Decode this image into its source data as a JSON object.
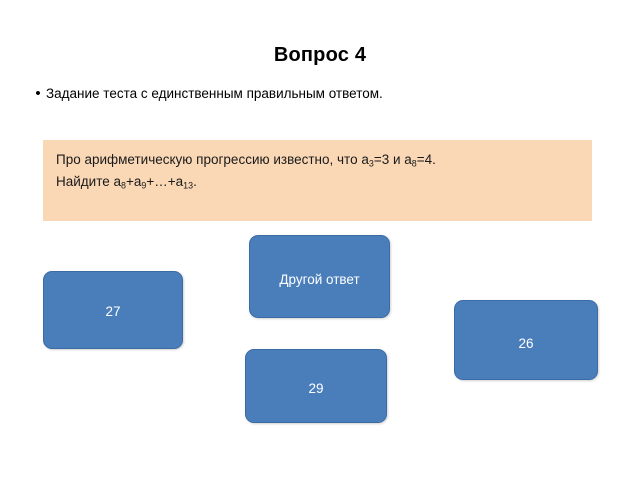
{
  "slide": {
    "title": "Вопрос 4",
    "bullet_marker": "•",
    "bullet_text": "Задание теста с единственным правильным ответом.",
    "background_color": "#ffffff"
  },
  "question": {
    "panel_color": "#fad8b6",
    "line1_part1": "Про арифметическую прогрессию известно, что a",
    "line1_sub1": "3",
    "line1_part2": "=3 и a",
    "line1_sub2": "8",
    "line1_part3": "=4.",
    "line2_part1": "Найдите a",
    "line2_sub1": "8",
    "line2_part2": "+a",
    "line2_sub2": "9",
    "line2_part3": "+…+a",
    "line2_sub3": "13",
    "line2_part4": "."
  },
  "answers": {
    "box_color": "#4a7ebb",
    "border_color": "#3b6ba5",
    "text_color": "#ffffff",
    "options": [
      {
        "label": "27"
      },
      {
        "label": "Другой ответ"
      },
      {
        "label": "26"
      },
      {
        "label": "29"
      }
    ]
  }
}
